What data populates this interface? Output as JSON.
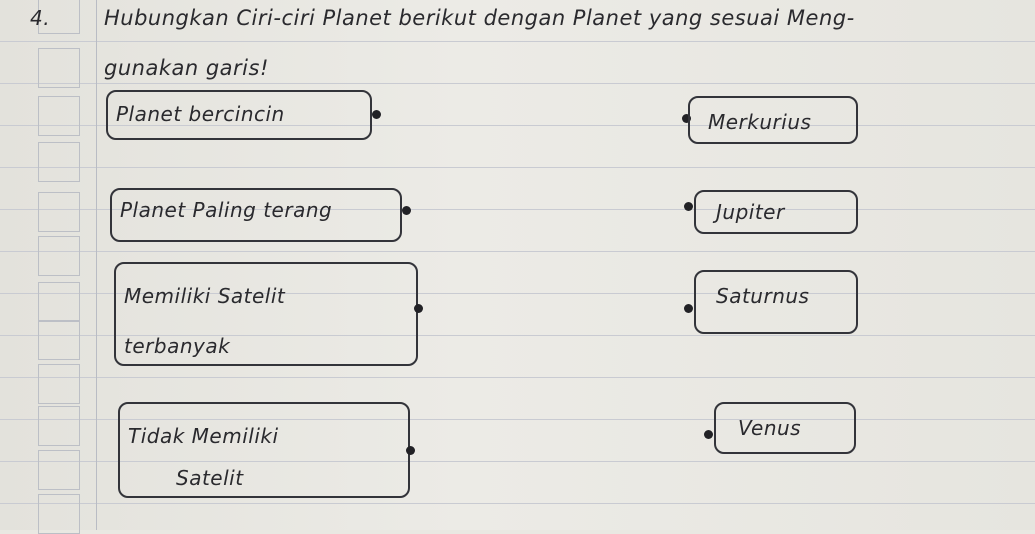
{
  "question": {
    "number": "4.",
    "instruction_line1": "Hubungkan Ciri-ciri Planet berikut dengan Planet yang sesuai Meng-",
    "instruction_line2": "gunakan garis!"
  },
  "left_items": [
    {
      "lines": [
        "Planet bercincin"
      ]
    },
    {
      "lines": [
        "Planet Paling terang"
      ]
    },
    {
      "lines": [
        "Memiliki Satelit",
        "terbanyak"
      ]
    },
    {
      "lines": [
        "Tidak Memiliki",
        "Satelit"
      ]
    }
  ],
  "right_items": [
    {
      "label": "Merkurius"
    },
    {
      "label": "Jupiter"
    },
    {
      "label": "Saturnus"
    },
    {
      "label": "Venus"
    }
  ]
}
